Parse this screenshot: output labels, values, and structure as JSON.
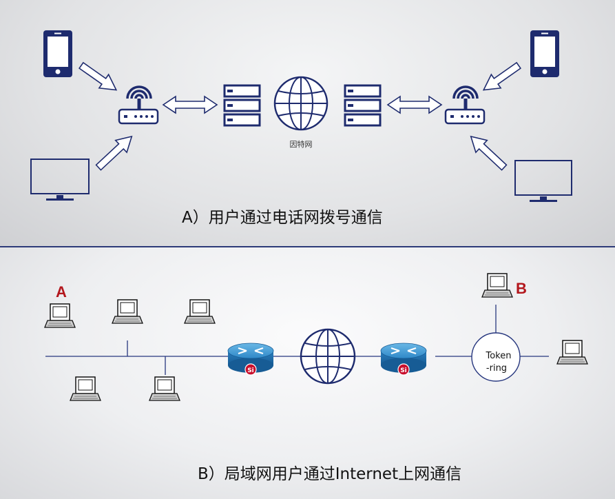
{
  "panel_a": {
    "caption": "A）用户通过电话网拨号通信",
    "internet_label": "因特网"
  },
  "panel_b": {
    "caption": "B）局域网用户通过Internet上网通信",
    "label_a": "A",
    "label_b": "B",
    "token_ring_line1": "Token",
    "token_ring_line2": "-ring",
    "router_badge": "Si"
  },
  "colors": {
    "icon_navy": "#1e2b6e",
    "line_blue": "#26367e",
    "label_red": "#b3171d",
    "router_blue": "#2f89c8"
  }
}
